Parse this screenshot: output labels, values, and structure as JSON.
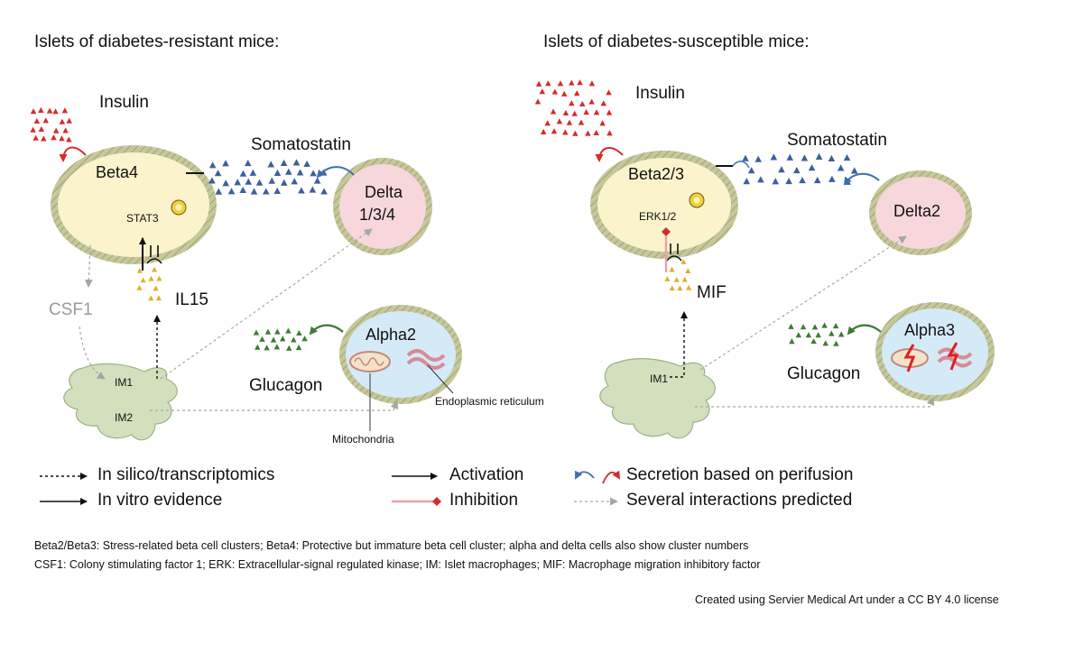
{
  "left": {
    "title": "Islets of diabetes-resistant mice:",
    "insulin": "Insulin",
    "somatostatin": "Somatostatin",
    "beta": "Beta4",
    "delta_line1": "Delta",
    "delta_line2": "1/3/4",
    "stat3": "STAT3",
    "il15": "IL15",
    "csf1": "CSF1",
    "alpha": "Alpha2",
    "glucagon": "Glucagon",
    "im1": "IM1",
    "im2": "IM2",
    "mitochondria": "Mitochondria",
    "er": "Endoplasmic reticulum"
  },
  "right": {
    "title": "Islets of diabetes-susceptible mice:",
    "insulin": "Insulin",
    "somatostatin": "Somatostatin",
    "beta": "Beta2/3",
    "delta": "Delta2",
    "erk": "ERK1/2",
    "mif": "MIF",
    "alpha": "Alpha3",
    "glucagon": "Glucagon",
    "im1": "IM1"
  },
  "legend": {
    "insilico": "In silico/transcriptomics",
    "invitro": "In vitro evidence",
    "activation": "Activation",
    "inhibition": "Inhibition",
    "secretion": "Secretion based on perifusion",
    "several": "Several interactions predicted"
  },
  "footnotes": {
    "line1": "Beta2/Beta3: Stress-related beta cell clusters; Beta4: Protective but immature beta cell cluster; alpha and delta cells also show cluster numbers",
    "line2": "CSF1: Colony stimulating factor 1; ERK: Extracellular-signal regulated kinase; IM: Islet macrophages; MIF: Macrophage migration inhibitory factor",
    "credit": "Created using Servier Medical Art under a CC BY 4.0 license"
  },
  "colors": {
    "insulin": "#d62b2b",
    "somatostatin": "#3d5f9e",
    "glucagon": "#3f7a35",
    "cytokine": "#e0b02c",
    "beta_fill": "#fbf3cc",
    "delta_fill": "#f7d7dc",
    "alpha_fill": "#d5eaf7",
    "membrane": "#c8c9a2",
    "macrophage": "#d2e0bd"
  }
}
